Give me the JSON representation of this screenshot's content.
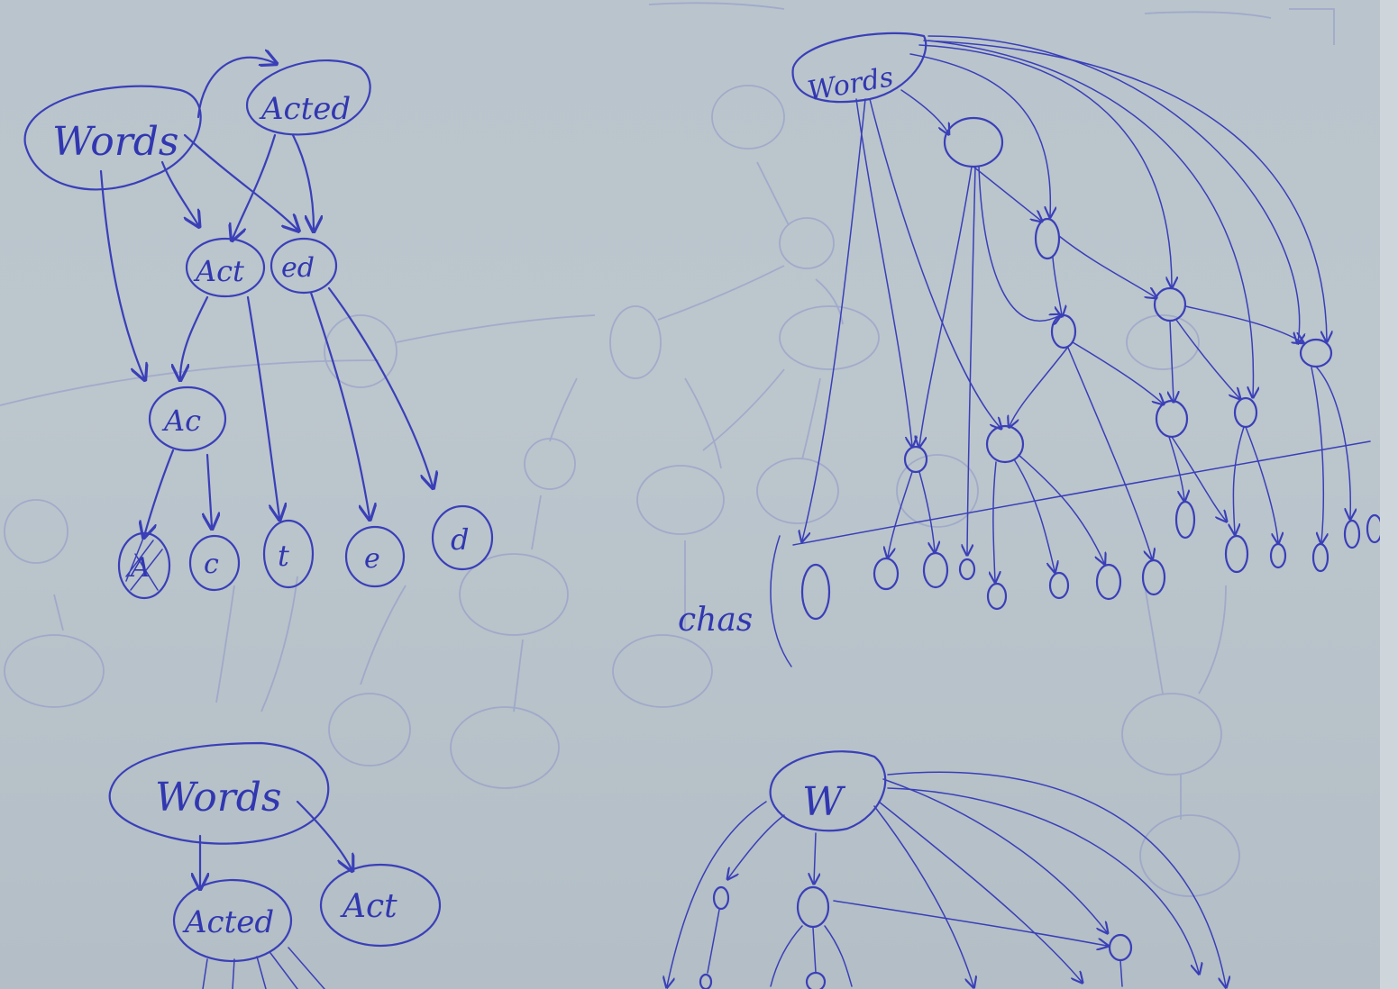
{
  "diagrams": {
    "top_left": {
      "nodes": {
        "words": "Words",
        "acted": "Acted",
        "act": "Act",
        "ed": "ed",
        "ac": "Ac",
        "leaf_a": "A",
        "leaf_c": "c",
        "leaf_t": "t",
        "leaf_e": "e",
        "leaf_d": "d"
      }
    },
    "top_right": {
      "root": "Words",
      "side_label": "chas"
    },
    "bottom_left": {
      "nodes": {
        "words": "Words",
        "acted": "Acted",
        "act": "Act"
      }
    },
    "bottom_right": {
      "root": "W"
    }
  },
  "colors": {
    "ink": "#3a3fb8",
    "paper": "#bcc6cd",
    "ghost": "#8d95c9"
  }
}
